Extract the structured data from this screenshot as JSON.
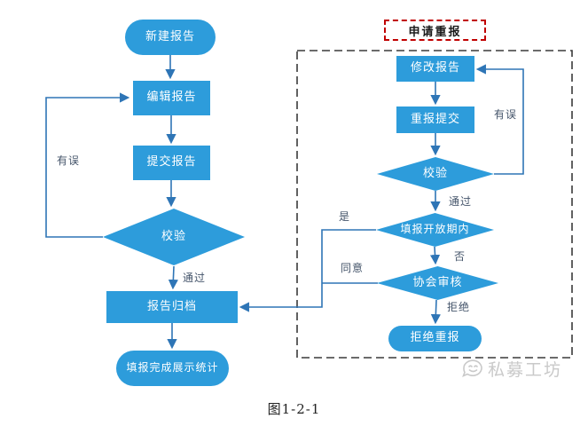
{
  "colors": {
    "shape_fill": "#2D9CDB",
    "shape_text": "#FFFFFF",
    "connector": "#2E75B6",
    "label_text": "#44546A",
    "dashed_box_border": "#3A3A3A",
    "title_box_border": "#C00000",
    "title_text": "#1A1A1A",
    "caption_text": "#222222",
    "watermark_text": "#C9C9C9"
  },
  "title_box": {
    "label": "申请重报"
  },
  "nodes": {
    "new_report": "新建报告",
    "edit_report": "编辑报告",
    "submit_report": "提交报告",
    "validate_left": "校验",
    "archive_report": "报告归档",
    "complete_stats": "填报完成展示统计",
    "modify_report": "修改报告",
    "resubmit": "重报提交",
    "validate_right": "校验",
    "open_period": "填报开放期内",
    "association_review": "协会审核",
    "reject_resubmit": "拒绝重报"
  },
  "edge_labels": {
    "error_left": "有误",
    "pass_left": "通过",
    "error_right": "有误",
    "pass_right": "通过",
    "yes": "是",
    "no": "否",
    "agree": "同意",
    "reject": "拒绝"
  },
  "caption": "图1-2-1",
  "watermark": {
    "text": "私募工坊",
    "icon": "wechat-smiley-icon"
  }
}
